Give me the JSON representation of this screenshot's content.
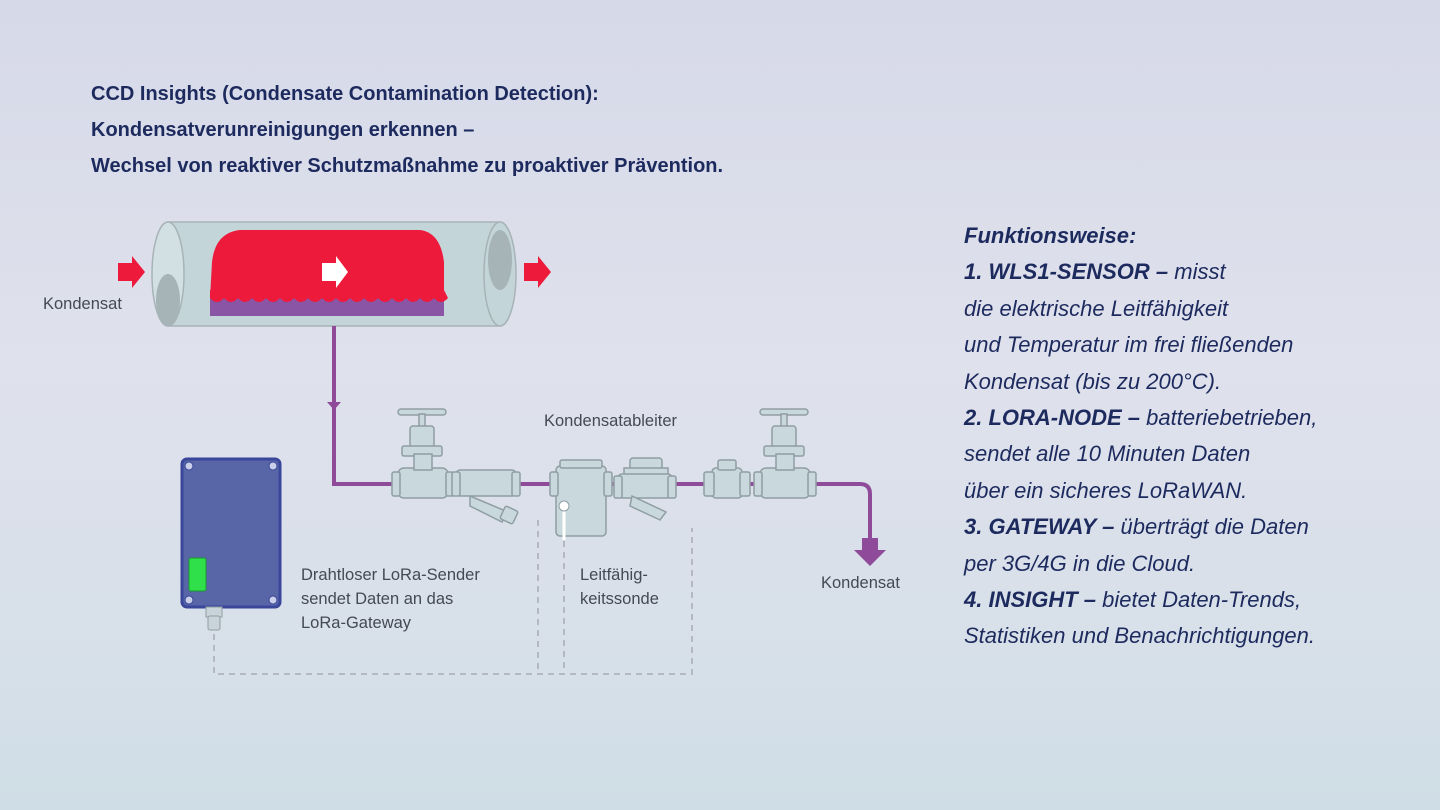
{
  "title": {
    "line1": "CCD Insights (Condensate Contamination Detection):",
    "line2": "Kondensatverunreinigungen erkennen –",
    "line3": "Wechsel von reaktiver Schutzmaßnahme zu proaktiver Prävention."
  },
  "functions": {
    "heading": "Funktionsweise:",
    "items": [
      {
        "num_name": "1. WLS1-SENSOR –",
        "text1": " misst",
        "lines": [
          "die elektrische Leitfähigkeit",
          "und Temperatur im frei fließenden",
          "Kondensat (bis zu 200°C)."
        ]
      },
      {
        "num_name": "2. LORA-NODE –",
        "text1": " batteriebetrieben,",
        "lines": [
          "sendet alle 10 Minuten Daten",
          "über ein sicheres LoRaWAN."
        ]
      },
      {
        "num_name": "3. GATEWAY –",
        "text1": " überträgt die Daten",
        "lines": [
          "per 3G/4G in die Cloud."
        ]
      },
      {
        "num_name": "4. INSIGHT –",
        "text1": " bietet Daten-Trends,",
        "lines": [
          "Statistiken und Benachrichtigungen."
        ]
      }
    ]
  },
  "diagram": {
    "label_inlet": "Kondensat",
    "label_outlet": "Kondensat",
    "label_trap": "Kondensatableiter",
    "label_sender": [
      "Drahtloser LoRa-Sender",
      "sendet Daten an das",
      "LoRa-Gateway"
    ],
    "label_probe": [
      "Leitfähig-",
      "keitssonde"
    ],
    "colors": {
      "steam": "#ee1a3c",
      "condensate": "#8a55a4",
      "pipe_line": "#8f4b9a",
      "pipe_body": "#c9d8dc",
      "sender_box": "#5866a8",
      "led": "#2fe04a"
    }
  }
}
